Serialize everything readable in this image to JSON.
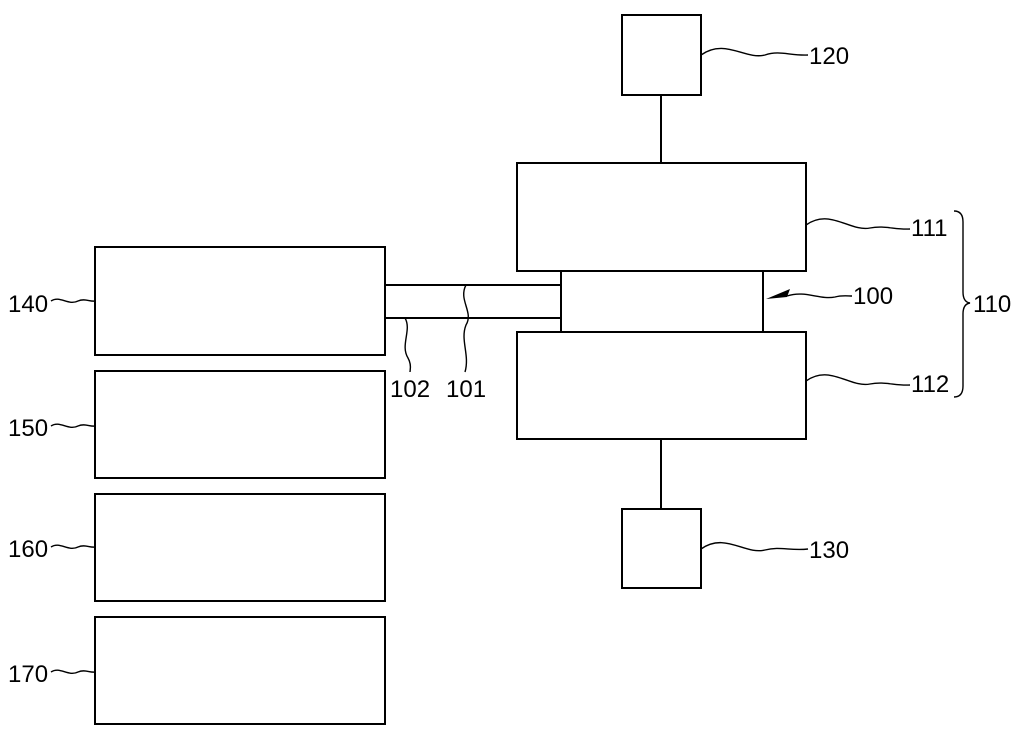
{
  "labels": {
    "box_120": "120",
    "box_111": "111",
    "box_110": "110",
    "box_100": "100",
    "box_112": "112",
    "box_130": "130",
    "box_140": "140",
    "box_150": "150",
    "box_160": "160",
    "box_170": "170",
    "line_102": "102",
    "line_101": "101"
  }
}
